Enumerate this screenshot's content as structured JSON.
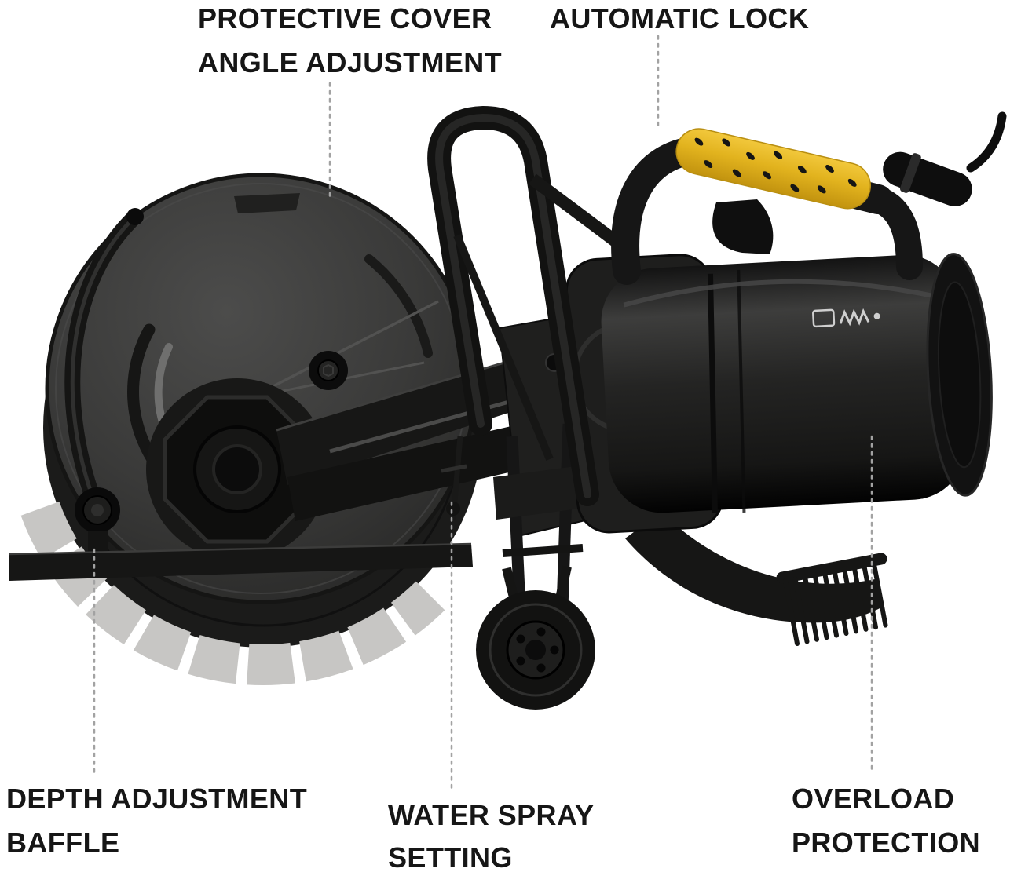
{
  "figure": {
    "type": "annotated product diagram",
    "subject": "electric concrete cut-off saw"
  },
  "annotations": {
    "top_left": {
      "line1": "PROTECTIVE COVER",
      "line2": "ANGLE ADJUSTMENT"
    },
    "top_right": {
      "line1": "AUTOMATIC LOCK"
    },
    "bottom_left": {
      "line1": "DEPTH ADJUSTMENT",
      "line2": "BAFFLE"
    },
    "bottom_center": {
      "line1": "WATER SPRAY",
      "line2": "SETTING"
    },
    "bottom_right": {
      "line1": "OVERLOAD",
      "line2": "PROTECTION"
    }
  },
  "colors": {
    "background": "#ffffff",
    "text": "#161616",
    "machine_body": "#1a1a1a",
    "guard_gray": "#3a3a39",
    "grip_yellow": "#e2b31e",
    "blade_segments": "#c7c6c4",
    "leader_lines": "#a2a2a2"
  }
}
